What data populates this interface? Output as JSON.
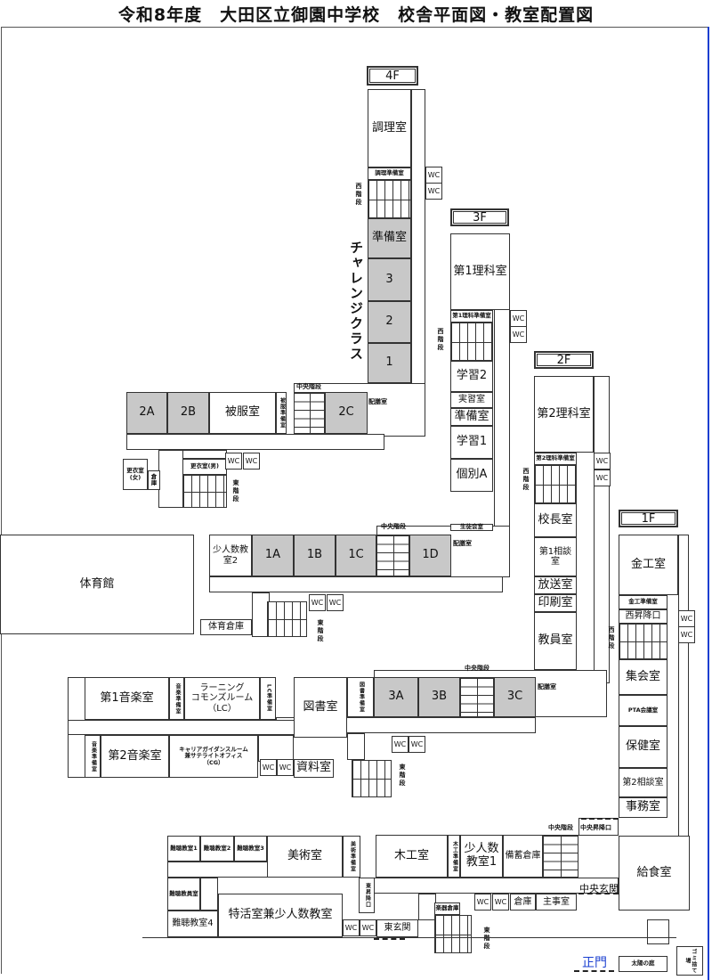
{
  "title": "令和8年度　大田区立御園中学校　校舎平面図・教室配置図",
  "floors": {
    "f4": "4F",
    "f3": "3F",
    "f2": "2F",
    "f1": "1F"
  },
  "labels": {
    "challenge_class": "チャレンジクラス",
    "west_stairs": "西階段",
    "east_stairs": "東階段",
    "central_stairs": "中央階段",
    "central_entrance": "中央玄関",
    "central_shoe": "中央昇降口",
    "main_gate": "正門"
  },
  "rooms": {
    "cooking": "調理室",
    "cooking_prep": "調理準備室",
    "prep4": "準備室",
    "c3": "3",
    "c2": "2",
    "c1": "1",
    "r2A": "2A",
    "r2B": "2B",
    "sewing": "被服室",
    "sewing_prep": "被服準備室",
    "r2C": "2C",
    "serve4": "配膳室",
    "locker_f": "更衣室(女)",
    "storage_s": "倉庫",
    "locker_m": "更衣室(男)",
    "sci1": "第1理科室",
    "sci1_prep": "第1理科準備室",
    "study2": "学習2",
    "practice": "実習室",
    "prep3": "準備室",
    "study1": "学習1",
    "indivA": "個別A",
    "council": "生徒会室",
    "small2": "少人数教室2",
    "r1A": "1A",
    "r1B": "1B",
    "r1C": "1C",
    "r1D": "1D",
    "serve3": "配膳室",
    "gym": "体育館",
    "gym_store": "体育倉庫",
    "sci2": "第2理科室",
    "sci2_prep": "第2理科準備室",
    "principal": "校長室",
    "consult1": "第1相談室",
    "broadcast": "放送室",
    "print": "印刷室",
    "staff": "教員室",
    "music1": "第1音楽室",
    "music_prep1": "音楽準備室",
    "lc": "ラーニング\nコモンズルーム\n（LC）",
    "lc_prep": "LC準備室",
    "music_prep2": "音楽準備室",
    "music2": "第2音楽室",
    "cg": "キャリアガイダンスルーム\n兼サテライトオフィス\n（CG）",
    "archive": "資料室",
    "library": "図書室",
    "library_prep": "図書準備室",
    "r3A": "3A",
    "r3B": "3B",
    "r3C": "3C",
    "serve2": "配膳室",
    "metal": "金工室",
    "metal_prep": "金工準備室",
    "west_shoe": "西昇降口",
    "assembly": "集会室",
    "pta": "PTA会議室",
    "health": "保健室",
    "consult2": "第2相談室",
    "office": "事務室",
    "lunch": "給食室",
    "stock": "備蓄倉庫",
    "small1": "少人数教室1",
    "wood_prep": "木工準備室",
    "wood": "木工室",
    "storage1": "倉庫",
    "janitor": "主事室",
    "instrument": "楽器倉庫",
    "deaf1": "難聴教室1",
    "deaf2": "難聴教室2",
    "deaf3": "難聴教室3",
    "art": "美術室",
    "art_prep": "美術準備室",
    "deaf_staff": "難聴教員室",
    "deaf4": "難聴教室4",
    "special": "特活室兼少人数教室",
    "east_shoe": "東昇降口",
    "east_entrance": "東玄関",
    "sun_garden": "太陽の庭",
    "trash": "ゴミ捨て場",
    "wc": "WC"
  }
}
